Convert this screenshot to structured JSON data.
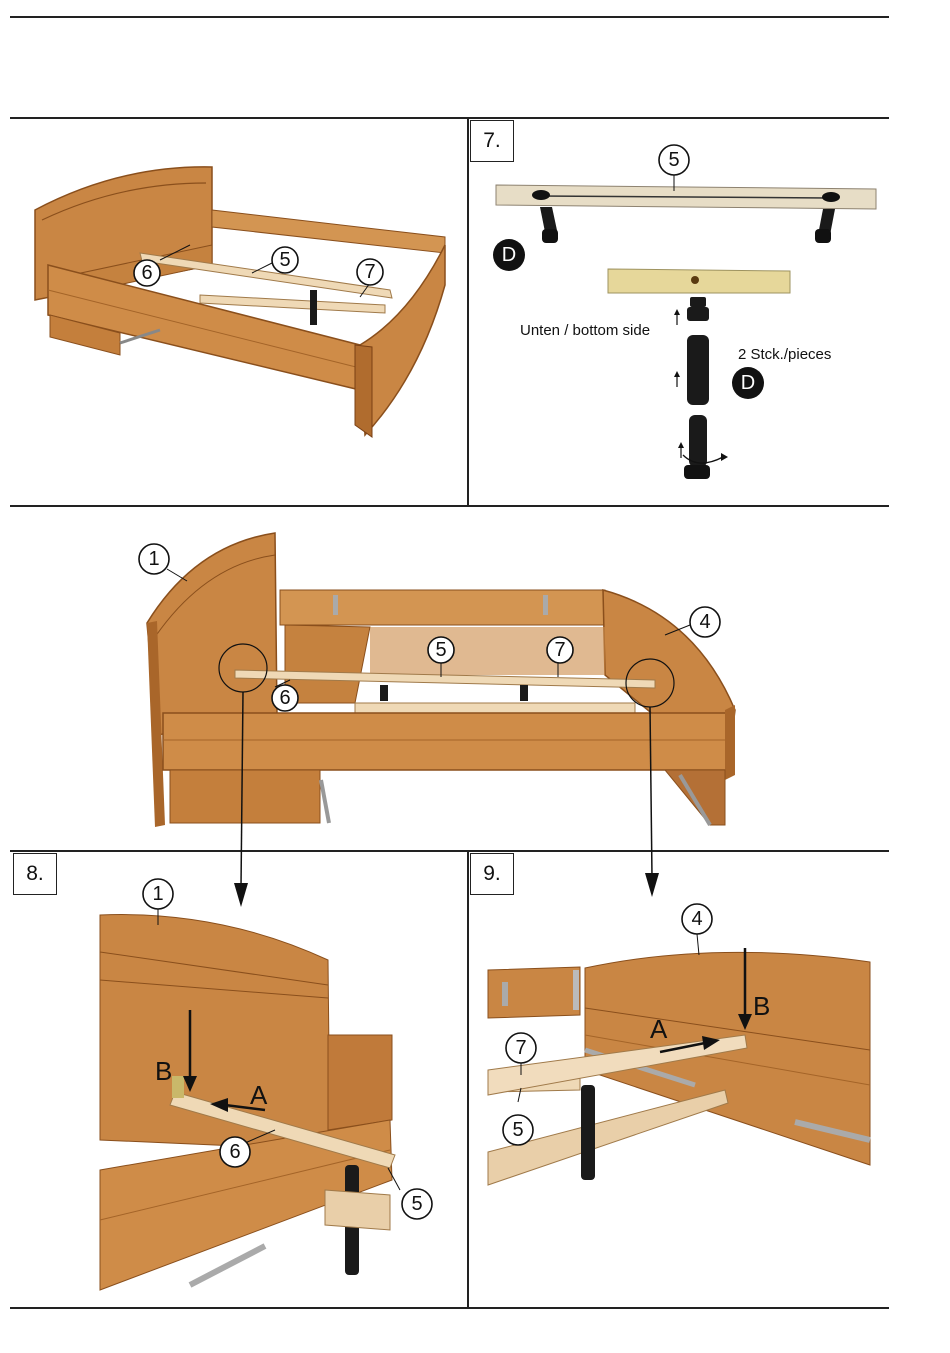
{
  "steps": {
    "s7": "7.",
    "s8": "8.",
    "s9": "9."
  },
  "panel7": {
    "part_label": "5",
    "fitting": "D",
    "bottom_side": "Unten / bottom side",
    "quantity": "2 Stck./pieces"
  },
  "callouts": {
    "top_left": [
      "6",
      "5",
      "7"
    ],
    "middle": [
      "1",
      "5",
      "7",
      "6",
      "4"
    ],
    "panel8": [
      "1",
      "6",
      "5"
    ],
    "panel9": [
      "4",
      "7",
      "5"
    ]
  },
  "letters": {
    "a": "A",
    "b": "B"
  },
  "colors": {
    "wood_light": "#d89a5a",
    "wood_mid": "#c07a3a",
    "wood_dark": "#9a5a22",
    "slat": "#eed8b4",
    "leg": "#1a1a1a"
  }
}
